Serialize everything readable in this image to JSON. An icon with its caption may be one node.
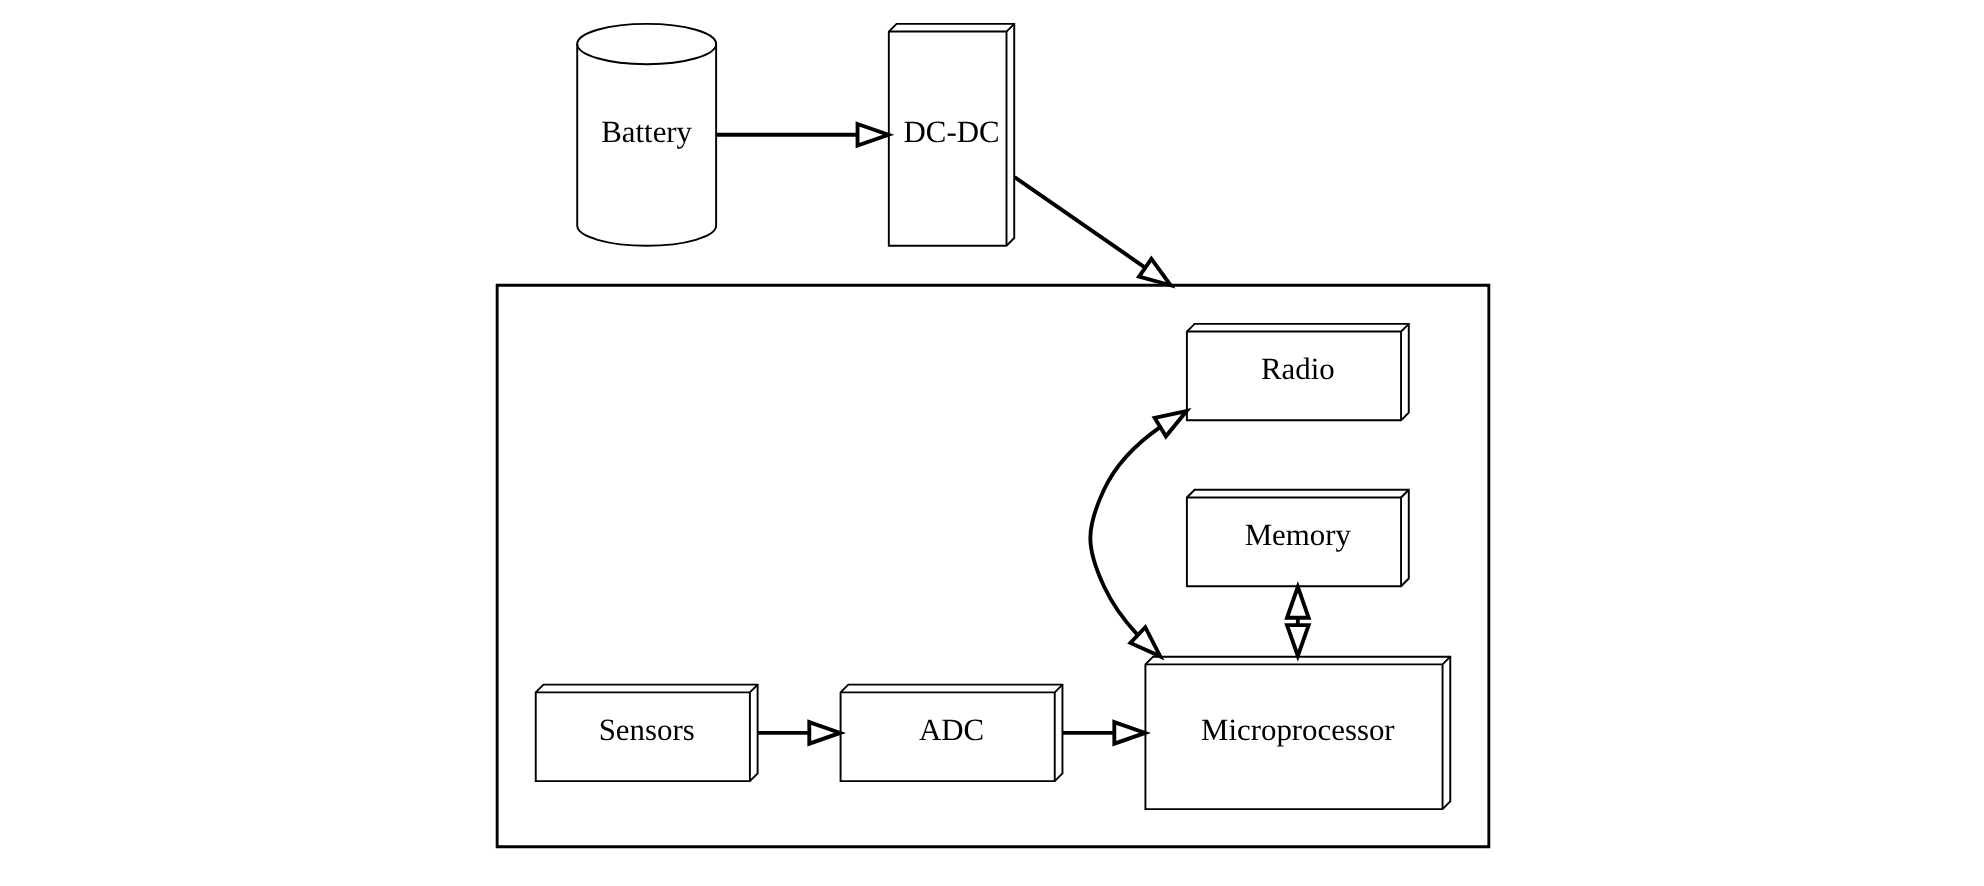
{
  "diagram": {
    "nodes": [
      {
        "text": [
          "Battery"
        ]
      },
      {
        "text": [
          "DC-DC"
        ]
      },
      {
        "text": [],
        "shape": "box"
      },
      {
        "text": [
          "Radio"
        ],
        "in": 2
      },
      {
        "text": [
          "Microprocessor"
        ],
        "in": 2
      },
      {
        "text": [
          "Memory"
        ],
        "in": 2
      },
      {
        "text": [
          "Sensors"
        ],
        "in": 2
      },
      {
        "text": [
          "ADC"
        ],
        "in": 2
      }
    ],
    "edges": [
      {
        "from": 0,
        "to": 1,
        "arrow": "to"
      },
      {
        "from": 1,
        "to": 2,
        "arrow": "to"
      },
      {
        "from": 3,
        "to": 4,
        "arrow": "both"
      },
      {
        "from": 4,
        "to": 5,
        "arrow": "both"
      },
      {
        "from": 6,
        "to": 7,
        "arrow": "to"
      },
      {
        "from": 7,
        "to": 4,
        "arrow": "to"
      }
    ]
  }
}
